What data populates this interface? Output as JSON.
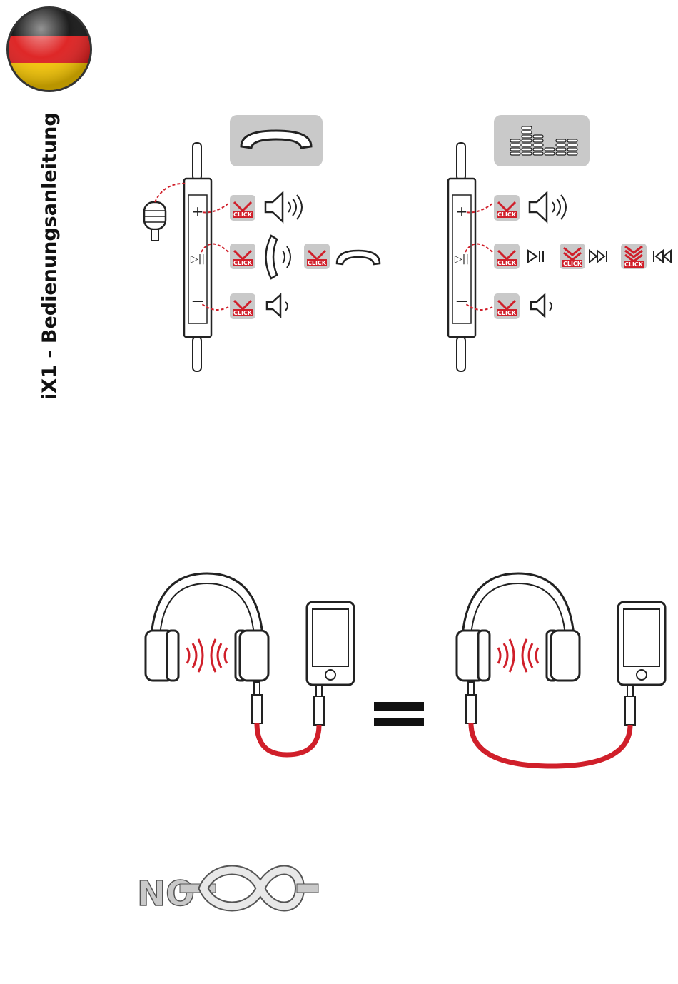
{
  "page": {
    "title": "iX1 - Bedienungsanleitung",
    "flag": "germany-flag"
  },
  "colors": {
    "accent_red": "#d01f2a",
    "badge_gray": "#c9c9c9",
    "line_dark": "#222222"
  },
  "call_panel": {
    "header_icon": "phone-handset-icon",
    "rows": [
      {
        "button": "+",
        "click_label": "CLICK",
        "result_icon": "volume-up-icon"
      },
      {
        "button": "▷||",
        "click_label": "CLICK",
        "result_icon": "answer-call-icon",
        "second_click_label": "CLICK",
        "second_result_icon": "hang-up-icon"
      },
      {
        "button": "—",
        "click_label": "CLICK",
        "result_icon": "volume-down-icon"
      }
    ],
    "mic_icon": "microphone-icon"
  },
  "music_panel": {
    "header_icon": "equalizer-icon",
    "rows": [
      {
        "button": "+",
        "click_label": "CLICK",
        "result_icon": "volume-up-icon"
      },
      {
        "button": "▷||",
        "click_label": "CLICK",
        "result_icon": "play-pause-icon",
        "second_click_label": "CLICK",
        "second_result_icon": "next-track-icon",
        "third_click_label": "CLICK",
        "third_result_icon": "previous-track-icon"
      },
      {
        "button": "—",
        "click_label": "CLICK",
        "result_icon": "volume-down-icon"
      }
    ]
  },
  "cable_diagram": {
    "equals": "=",
    "left_icon": "headphones-short-cable",
    "right_icon": "headphones-long-cable"
  },
  "no_knot": {
    "text": "NO",
    "icon": "knot-icon"
  }
}
